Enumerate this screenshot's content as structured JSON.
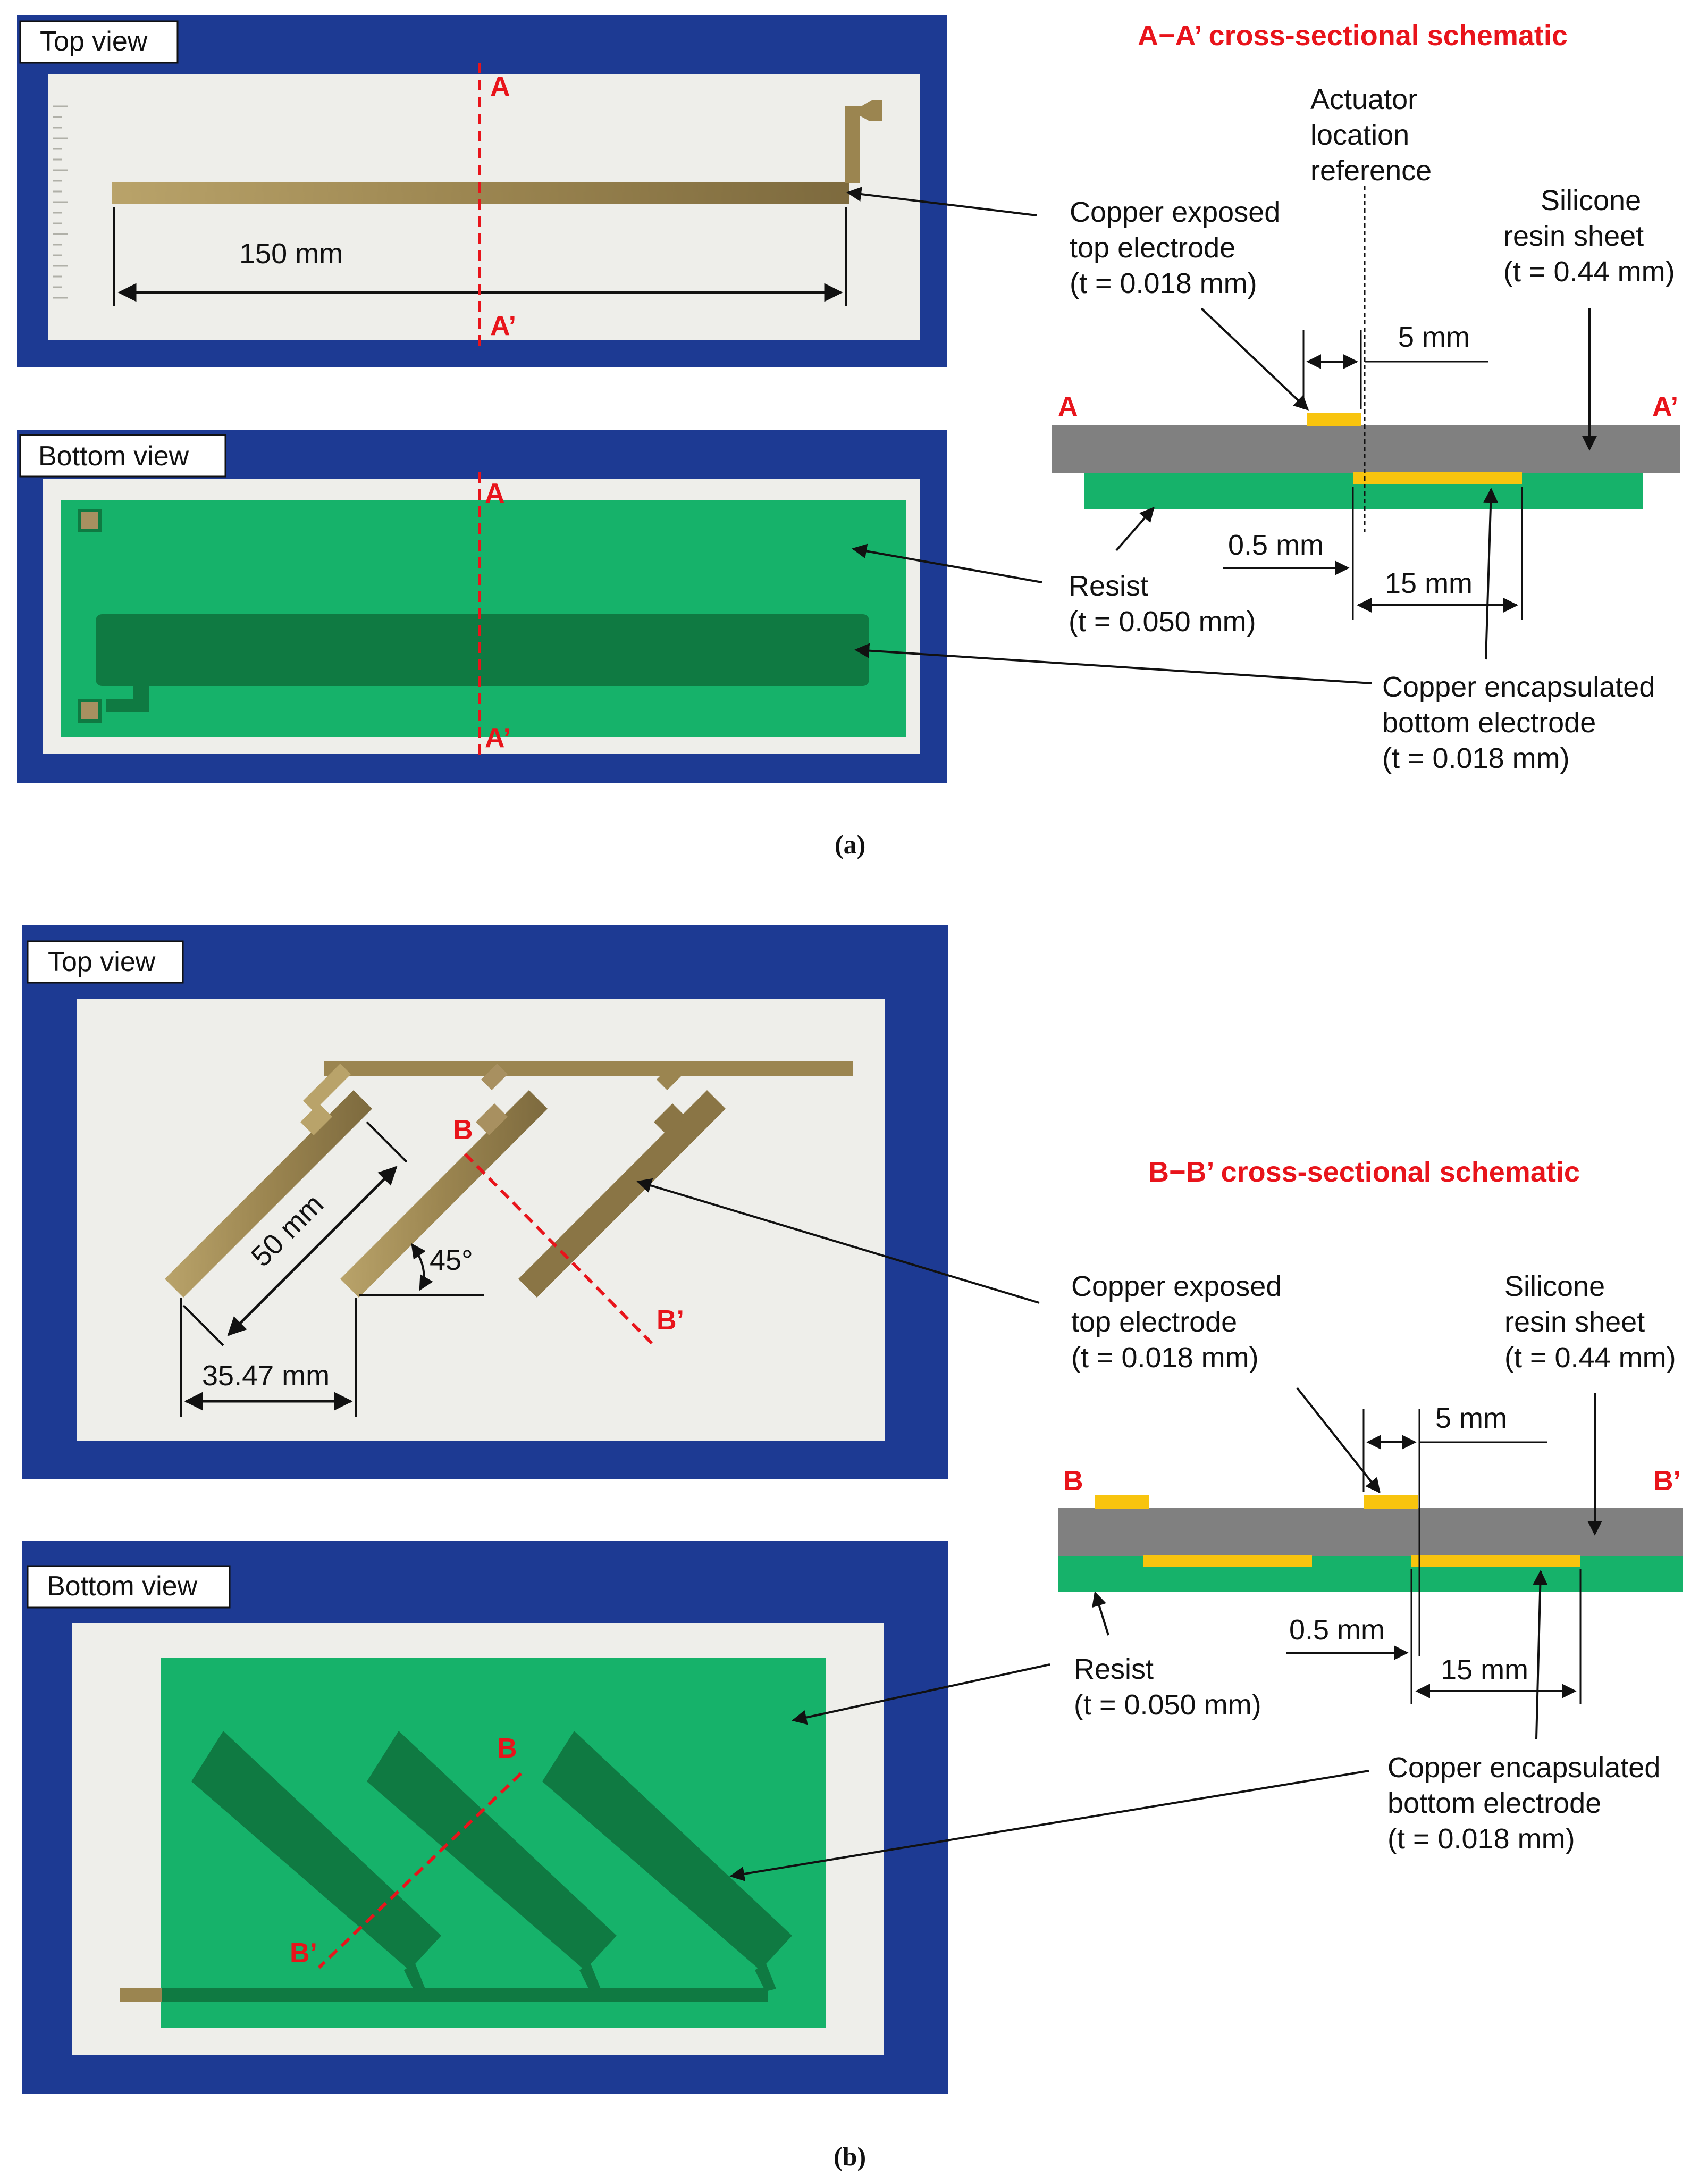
{
  "colors": {
    "background_cloth": "#1d3a93",
    "sheet": "#eeeeea",
    "copper_top": "#9e8850",
    "resist": "#16b26a",
    "resist_dark": "#0f7a42",
    "pad": "#a89060",
    "silicone": "#808080",
    "copper_schematic": "#f8c40e",
    "annotation_red": "#e8141b"
  },
  "panel_a": {
    "top_view_label": "Top view",
    "bottom_view_label": "Bottom view",
    "length_dim": "150 mm",
    "section_A": "A",
    "section_A_prime": "A’",
    "schematic": {
      "title": "A−A’ cross-sectional schematic",
      "end_left": "A",
      "end_right": "A’",
      "actuator_ref": [
        "Actuator",
        "location",
        "reference"
      ],
      "top_electrode": [
        "Copper exposed",
        "top electrode",
        "(t = 0.018 mm)"
      ],
      "silicone": [
        "Silicone",
        "resin sheet",
        "(t = 0.44 mm)"
      ],
      "dim_5": "5 mm",
      "dim_05": "0.5 mm",
      "dim_15": "15 mm",
      "resist": [
        "Resist",
        "(t = 0.050 mm)"
      ],
      "bottom_electrode": [
        "Copper encapsulated",
        "bottom electrode",
        "(t = 0.018 mm)"
      ]
    },
    "caption": "(a)"
  },
  "panel_b": {
    "top_view_label": "Top view",
    "bottom_view_label": "Bottom view",
    "length_dim": "50 mm",
    "angle": "45°",
    "pitch_dim": "35.47 mm",
    "section_B": "B",
    "section_B_prime": "B’",
    "schematic": {
      "title": "B−B’ cross-sectional schematic",
      "end_left": "B",
      "end_right": "B’",
      "top_electrode": [
        "Copper exposed",
        "top electrode",
        "(t = 0.018 mm)"
      ],
      "silicone": [
        "Silicone",
        "resin sheet",
        "(t = 0.44 mm)"
      ],
      "dim_5": "5 mm",
      "dim_05": "0.5 mm",
      "dim_15": "15 mm",
      "resist": [
        "Resist",
        "(t = 0.050 mm)"
      ],
      "bottom_electrode": [
        "Copper encapsulated",
        "bottom electrode",
        "(t = 0.018 mm)"
      ]
    },
    "caption": "(b)"
  }
}
